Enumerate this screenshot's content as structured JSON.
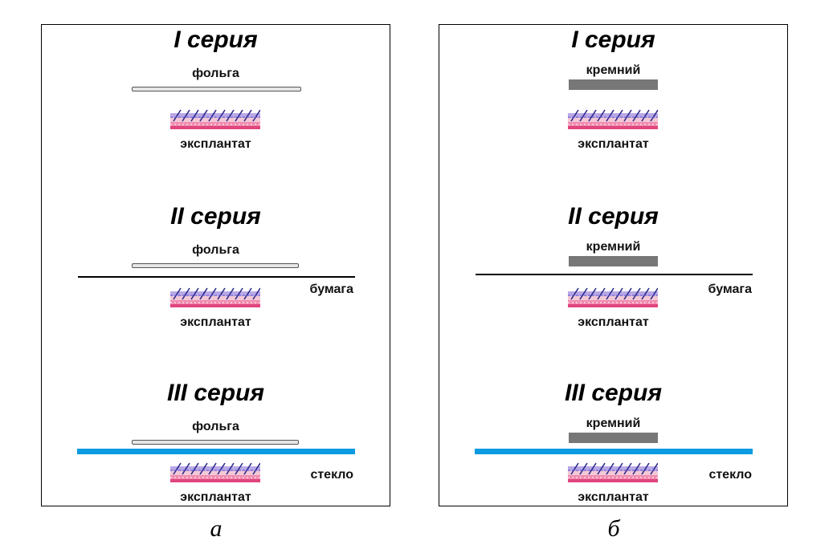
{
  "panels": [
    {
      "id": "a",
      "caption": "а",
      "layer_kind": "foil",
      "series": [
        {
          "title": "I серия",
          "material": "фольга",
          "barrier": null,
          "sample": "эксплантат"
        },
        {
          "title": "II серия",
          "material": "фольга",
          "barrier": "бумага",
          "sample": "эксплантат"
        },
        {
          "title": "III серия",
          "material": "фольга",
          "barrier": "стекло",
          "sample": "эксплантат"
        }
      ]
    },
    {
      "id": "b",
      "caption": "б",
      "layer_kind": "silicon",
      "series": [
        {
          "title": "I серия",
          "material": "кремний",
          "barrier": null,
          "sample": "эксплантат"
        },
        {
          "title": "II серия",
          "material": "кремний",
          "barrier": "бумага",
          "sample": "эксплантат"
        },
        {
          "title": "III серия",
          "material": "кремний",
          "barrier": "стекло",
          "sample": "эксплантат"
        }
      ]
    }
  ],
  "colors": {
    "glass": "#0a9be0",
    "paper": "#000000",
    "silicon": "#777777",
    "foil": "#e6e6e6"
  }
}
